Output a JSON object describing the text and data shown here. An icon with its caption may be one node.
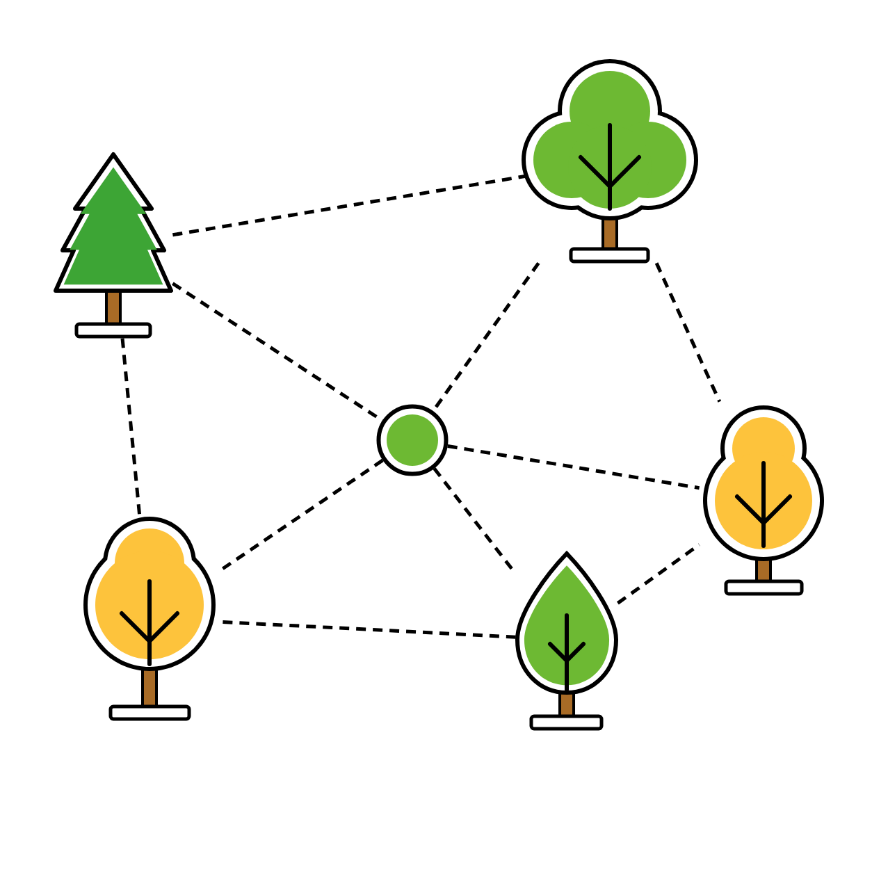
{
  "diagram": {
    "nodes": [
      {
        "text": [],
        "shape": "tree"
      },
      {
        "text": [],
        "shape": "tree"
      },
      {
        "text": [],
        "shape": "circle"
      },
      {
        "text": [],
        "shape": "tree"
      },
      {
        "text": [],
        "shape": "tree"
      },
      {
        "text": [],
        "shape": "tree"
      }
    ],
    "edges": [
      {
        "from": 0,
        "to": 1,
        "arrow": "none",
        "style": "dashed"
      },
      {
        "from": 0,
        "to": 2,
        "arrow": "none",
        "style": "dashed"
      },
      {
        "from": 0,
        "to": 4,
        "arrow": "none",
        "style": "dashed"
      },
      {
        "from": 1,
        "to": 2,
        "arrow": "none",
        "style": "dashed"
      },
      {
        "from": 1,
        "to": 3,
        "arrow": "none",
        "style": "dashed"
      },
      {
        "from": 2,
        "to": 3,
        "arrow": "none",
        "style": "dashed"
      },
      {
        "from": 2,
        "to": 4,
        "arrow": "none",
        "style": "dashed"
      },
      {
        "from": 2,
        "to": 5,
        "arrow": "none",
        "style": "dashed"
      },
      {
        "from": 4,
        "to": 5,
        "arrow": "none",
        "style": "dashed"
      },
      {
        "from": 5,
        "to": 3,
        "arrow": "none",
        "style": "dashed"
      }
    ]
  }
}
